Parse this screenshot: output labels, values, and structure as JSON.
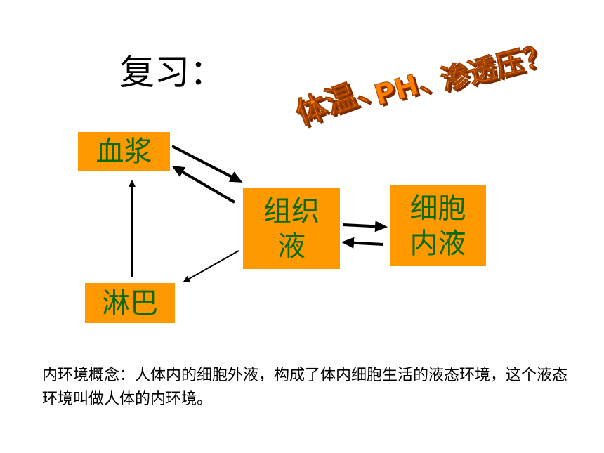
{
  "slide": {
    "title": "复习：",
    "wordart": {
      "parts": [
        "体温、",
        "PH、",
        "渗透压？"
      ],
      "fill": "#ff8000",
      "shadow": "#7a2a00"
    },
    "nodes": {
      "plasma": "血浆",
      "tissue_fluid": "组织液",
      "intracellular": "细胞内液",
      "lymph": "淋巴"
    },
    "description": "内环境概念：人体内的细胞外液，构成了体内细胞生活的液态环境，这个液态环境叫做人体的内环境。"
  },
  "colors": {
    "box_fill": "#ff9900",
    "box_text": "#0b6a0b",
    "arrow": "#000000"
  }
}
